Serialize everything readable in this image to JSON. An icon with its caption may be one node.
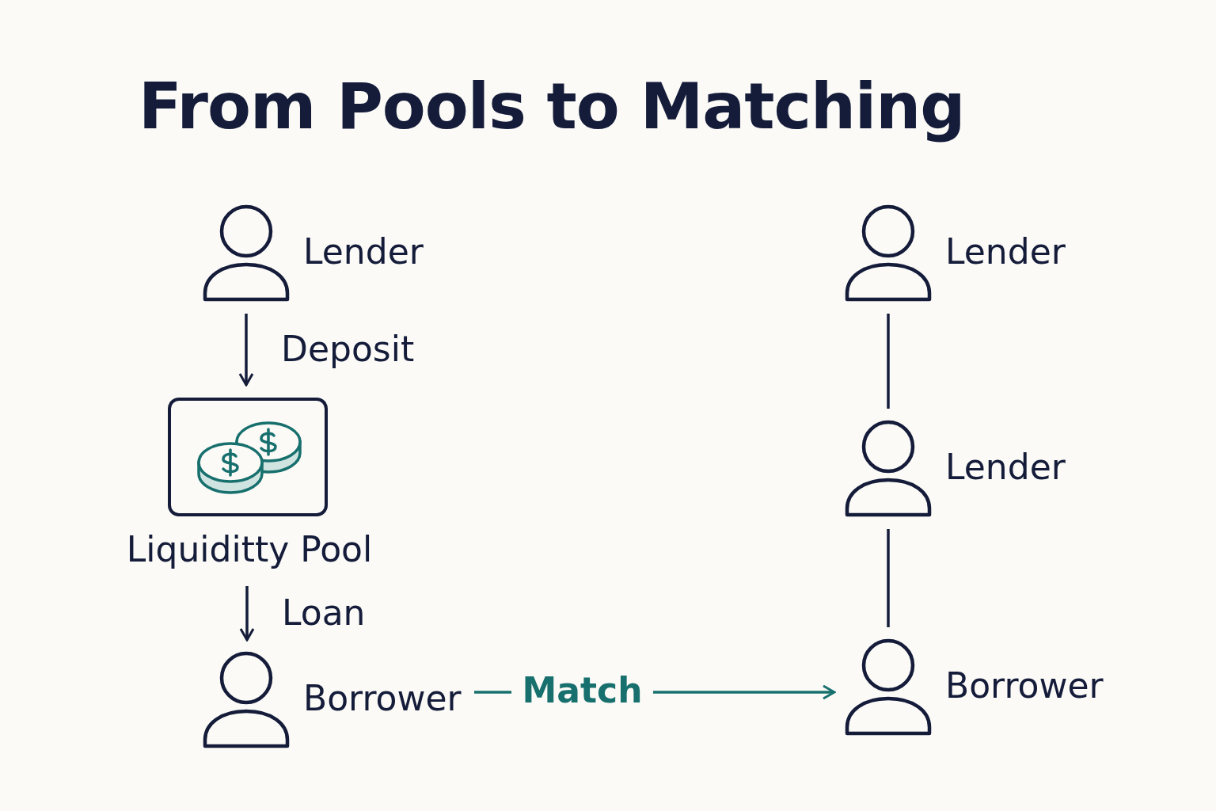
{
  "diagram": {
    "title": "From Pools to Matching",
    "nodes": [
      {
        "text": [
          "Lender"
        ]
      },
      {
        "text": [
          "Liquiditty Pool"
        ]
      },
      {
        "text": [
          "Borrower"
        ]
      },
      {
        "text": [
          "Lender"
        ]
      },
      {
        "text": [
          "Lender"
        ]
      },
      {
        "text": [
          "Borrower"
        ]
      }
    ],
    "edges": [
      {
        "from": 0,
        "to": 1,
        "arrow": "to",
        "label": "Deposit"
      },
      {
        "from": 1,
        "to": 2,
        "arrow": "to",
        "label": "Loan"
      },
      {
        "from": 2,
        "to": 5,
        "arrow": "to",
        "label": "Match",
        "color": "#17706e"
      },
      {
        "from": 3,
        "to": 4,
        "arrow": "none"
      },
      {
        "from": 4,
        "to": 5,
        "arrow": "none"
      }
    ]
  }
}
